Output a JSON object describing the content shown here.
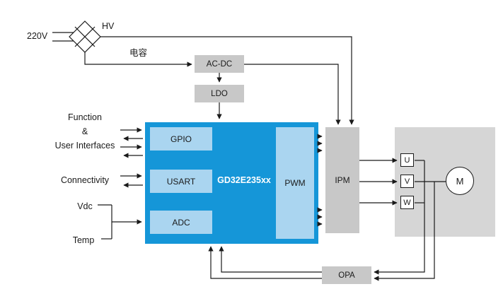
{
  "diagram": {
    "power": {
      "mains_label": "220V",
      "hv_label": "HV",
      "capacitor_label": "电容"
    },
    "left_labels": {
      "function": "Function",
      "ampersand": "&",
      "user_interfaces": "User Interfaces",
      "connectivity": "Connectivity",
      "vdc": "Vdc",
      "temp": "Temp"
    },
    "blocks": {
      "acdc": {
        "label": "AC-DC"
      },
      "ldo": {
        "label": "LDO"
      },
      "mcu": {
        "label": "GD32E235xx"
      },
      "gpio": {
        "label": "GPIO"
      },
      "usart": {
        "label": "USART"
      },
      "adc": {
        "label": "ADC"
      },
      "pwm": {
        "label": "PWM"
      },
      "ipm": {
        "label": "IPM"
      },
      "opa": {
        "label": "OPA"
      },
      "motor": {
        "label": "M"
      },
      "phases": {
        "u": "U",
        "v": "V",
        "w": "W"
      }
    },
    "colors": {
      "mcu_fill": "#1596d8",
      "peripheral_fill": "#aad5f0",
      "gray_fill": "#c8c8c8",
      "motor_area_fill": "#d6d6d6",
      "line_color": "#1a1a1a"
    }
  }
}
